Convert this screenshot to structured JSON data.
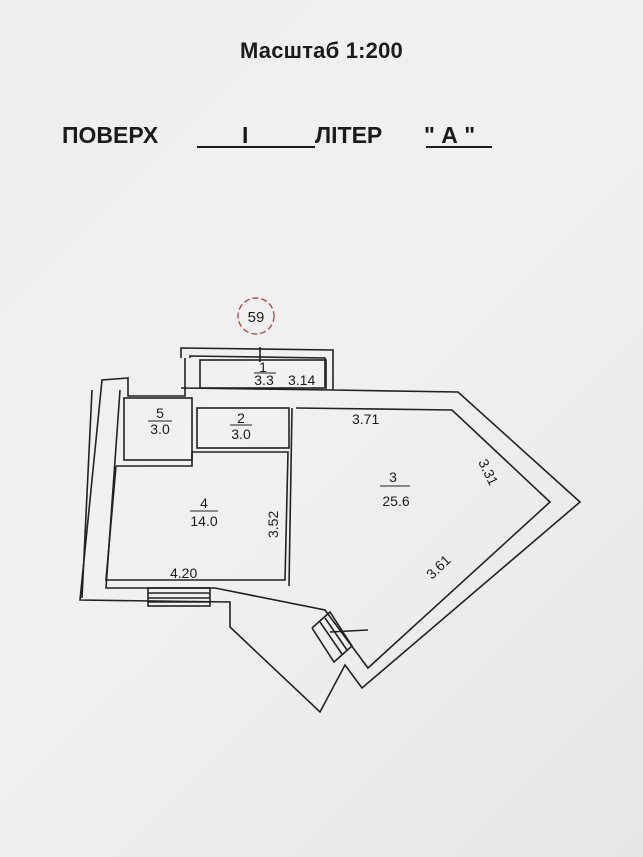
{
  "header": {
    "scale": "Масштаб 1:200",
    "floor_label": "ПОВЕРХ",
    "floor_value": "I",
    "letter_label": "ЛІТЕР",
    "letter_value": "\" А \""
  },
  "plan": {
    "apartment_number": "59",
    "rooms": [
      {
        "number": "1",
        "area": "3.3"
      },
      {
        "number": "2",
        "area": "3.0"
      },
      {
        "number": "3",
        "area": "25.6"
      },
      {
        "number": "4",
        "area": "14.0"
      },
      {
        "number": "5",
        "area": "3.0"
      }
    ],
    "dimensions": {
      "room1_width": "3.14",
      "room3_top": "3.71",
      "room3_diagonal_top": "3.31",
      "room3_diagonal_bottom": "3.61",
      "room4_height": "3.52",
      "room4_width": "4.20"
    }
  }
}
